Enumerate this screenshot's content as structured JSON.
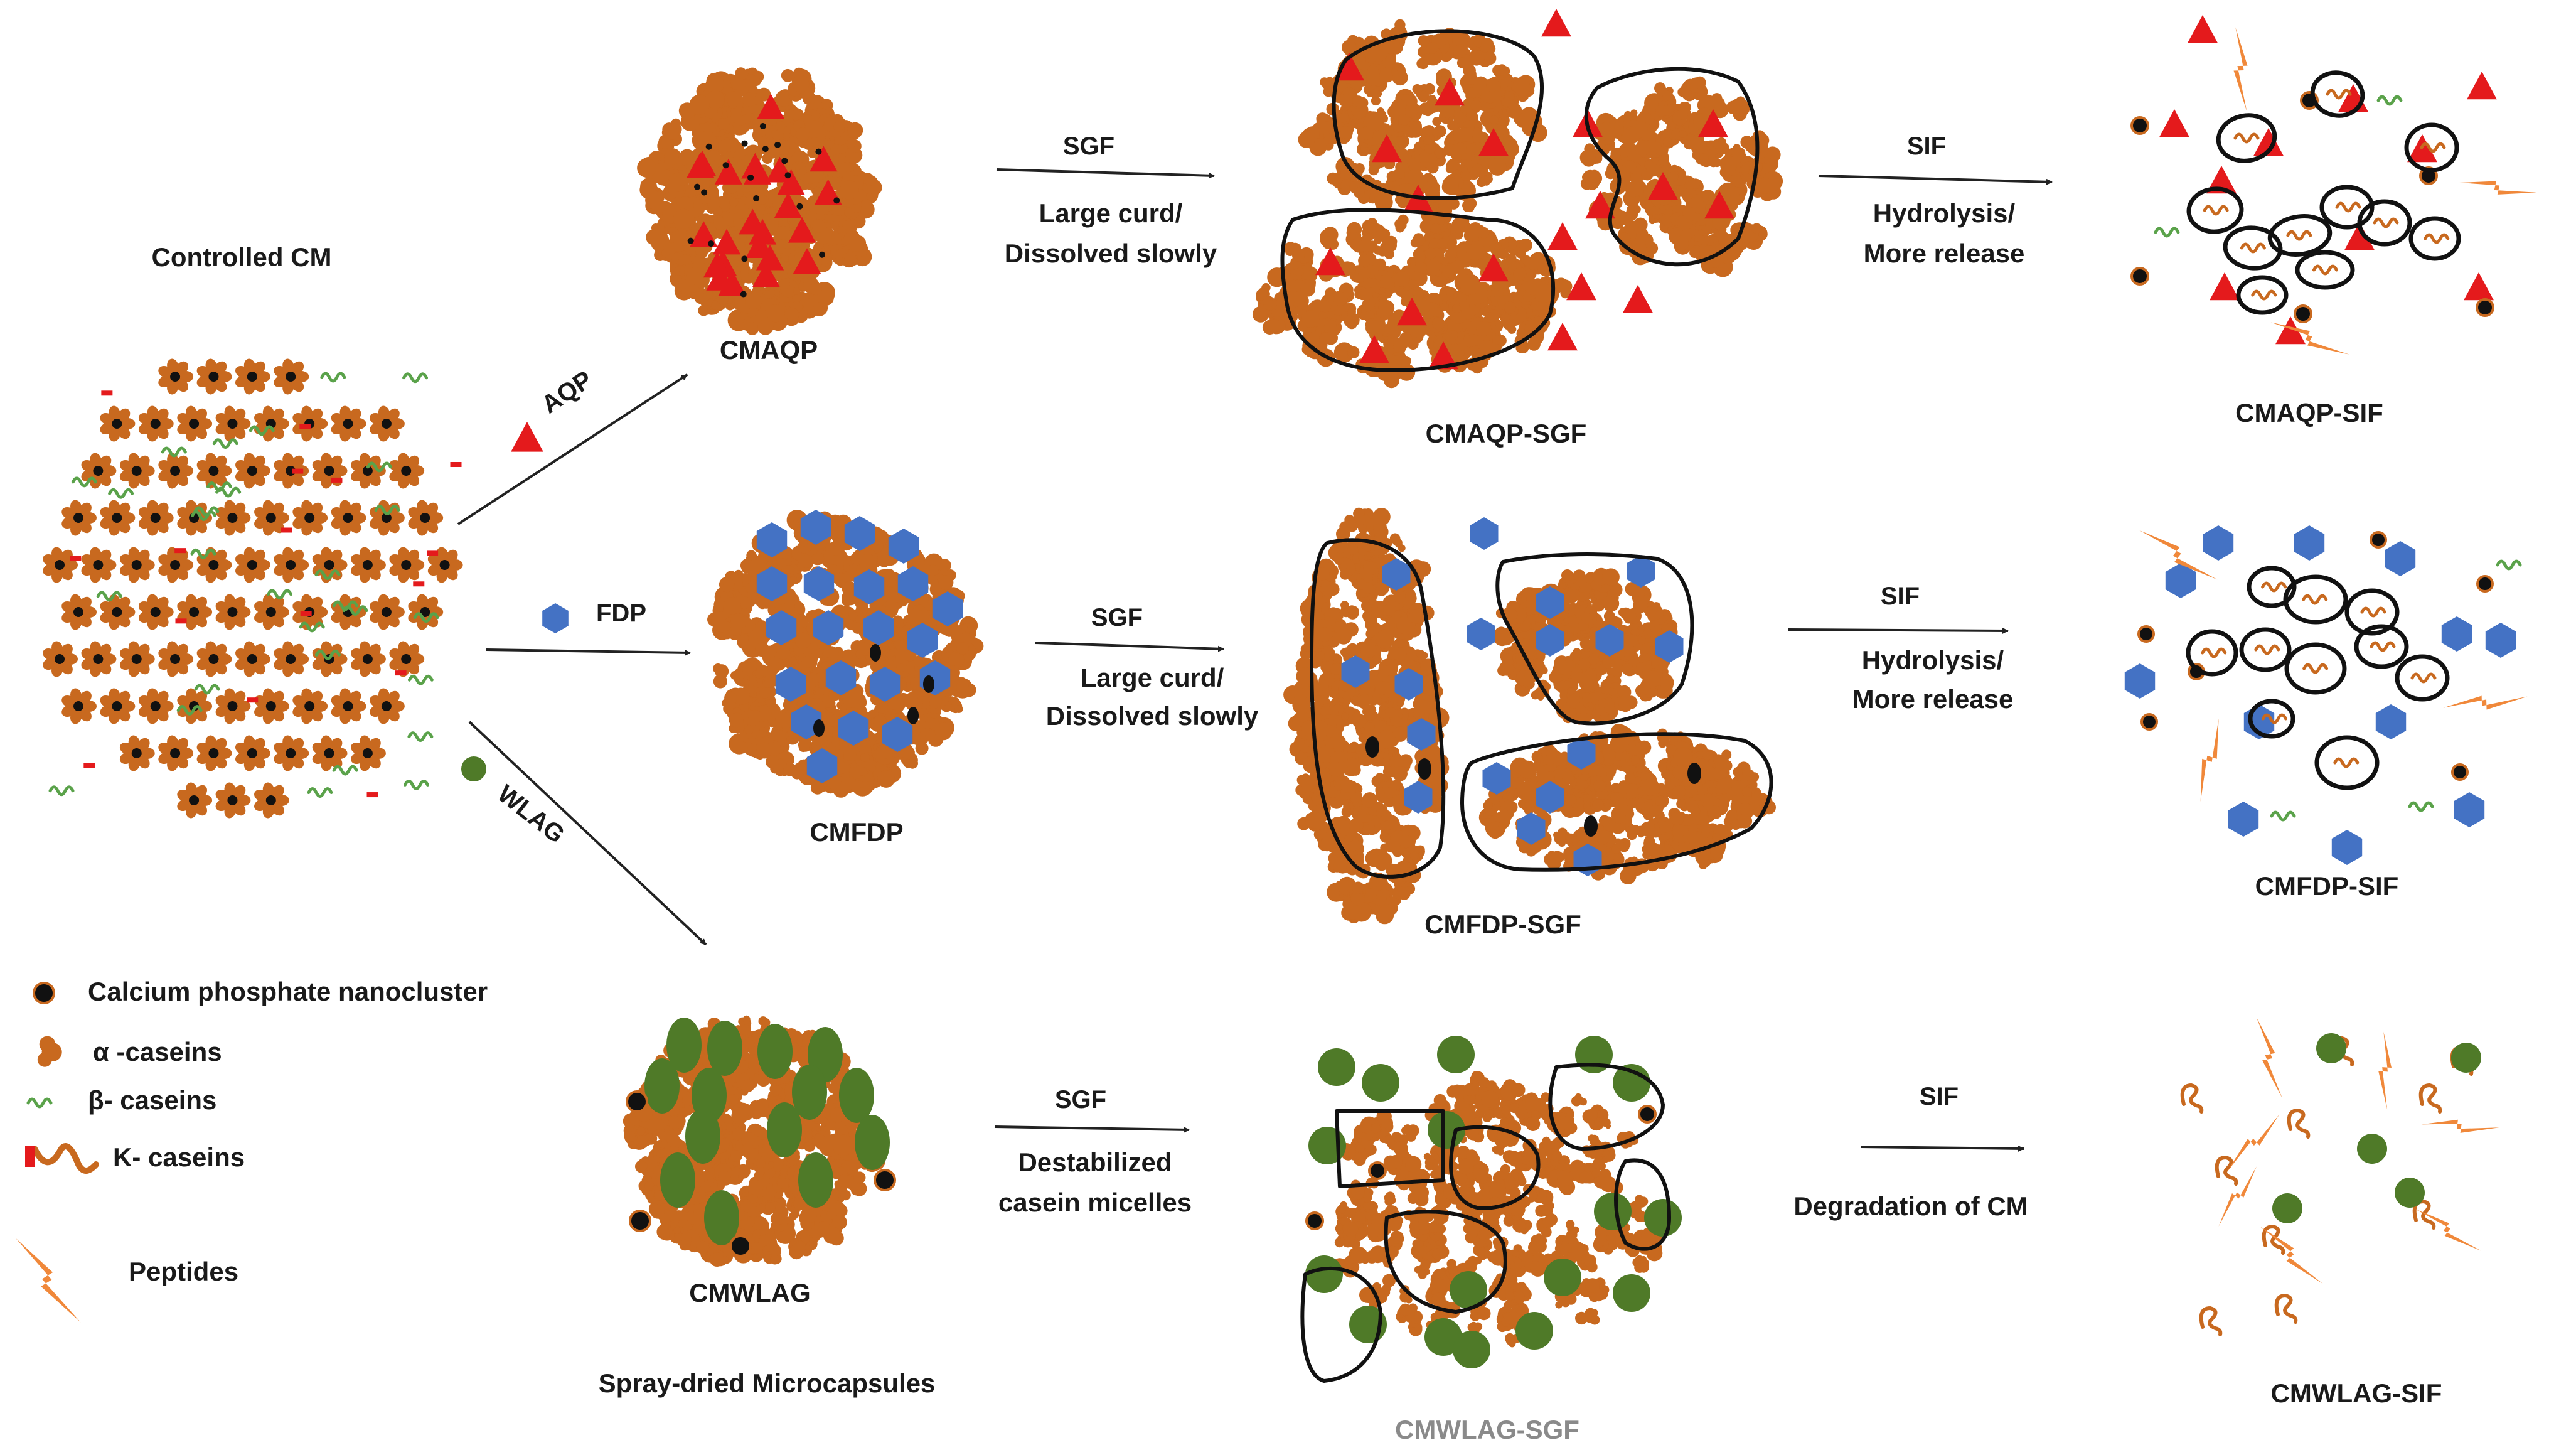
{
  "title": "Controlled CM",
  "labels": {
    "aqp": "AQP",
    "fdp": "FDP",
    "wlag": "WLAG",
    "spray_dried": "Spray-dried Microcapsules"
  },
  "rows": [
    {
      "product": "CMAQP",
      "stage1_label": "SGF",
      "stage1_desc": [
        "Large curd/",
        "Dissolved slowly"
      ],
      "product_sgf": "CMAQP-SGF",
      "stage2_label": "SIF",
      "stage2_desc": [
        "Hydrolysis/",
        "More release"
      ],
      "product_sif": "CMAQP-SIF"
    },
    {
      "product": "CMFDP",
      "stage1_label": "SGF",
      "stage1_desc": [
        "Large curd/",
        "Dissolved slowly"
      ],
      "product_sgf": "CMFDP-SGF",
      "stage2_label": "SIF",
      "stage2_desc": [
        "Hydrolysis/",
        "More release"
      ],
      "product_sif": "CMFDP-SIF"
    },
    {
      "product": "CMWLAG",
      "stage1_label": "SGF",
      "stage1_desc": [
        "Destabilized",
        "casein micelles"
      ],
      "product_sgf": "CMWLAG-SGF",
      "stage2_label": "SIF",
      "stage2_desc": [
        "Degradation of CM"
      ],
      "product_sif": "CMWLAG-SIF"
    }
  ],
  "legend": [
    {
      "icon": "calcium-phosphate-icon",
      "label": "Calcium phosphate nanocluster"
    },
    {
      "icon": "alpha-casein-icon",
      "label": "α -caseins"
    },
    {
      "icon": "beta-casein-icon",
      "label": "β- caseins"
    },
    {
      "icon": "kappa-casein-icon",
      "label": "K- caseins"
    },
    {
      "icon": "peptide-icon",
      "label": "Peptides"
    }
  ],
  "colors": {
    "casein": "#c8691f",
    "aqp": "#e41a1c",
    "fdp": "#4472c4",
    "wlag": "#4f7a28",
    "peptide": "#f0883a",
    "nanocluster": "#111111",
    "beta_casein": "#5aa24a",
    "outline": "#111111"
  }
}
